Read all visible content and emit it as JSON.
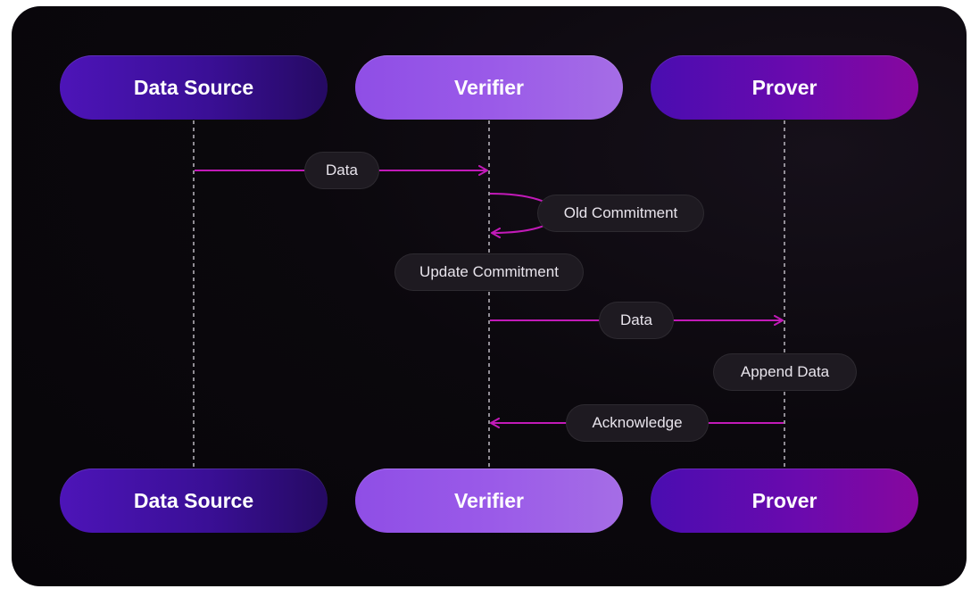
{
  "participants": {
    "data_source": "Data Source",
    "verifier": "Verifier",
    "prover": "Prover"
  },
  "messages": [
    {
      "from": "Data Source",
      "to": "Verifier",
      "label": "Data"
    },
    {
      "from": "Verifier",
      "to": "Verifier",
      "label": "Old Commitment"
    },
    {
      "note": "Verifier",
      "label": "Update Commitment"
    },
    {
      "from": "Verifier",
      "to": "Prover",
      "label": "Data"
    },
    {
      "note": "Prover",
      "label": "Append Data"
    },
    {
      "from": "Prover",
      "to": "Verifier",
      "label": "Acknowledge"
    }
  ],
  "colors": {
    "arrow": "#c21ab8",
    "lifeline": "#d8d4dc",
    "background": "#0b080d"
  }
}
